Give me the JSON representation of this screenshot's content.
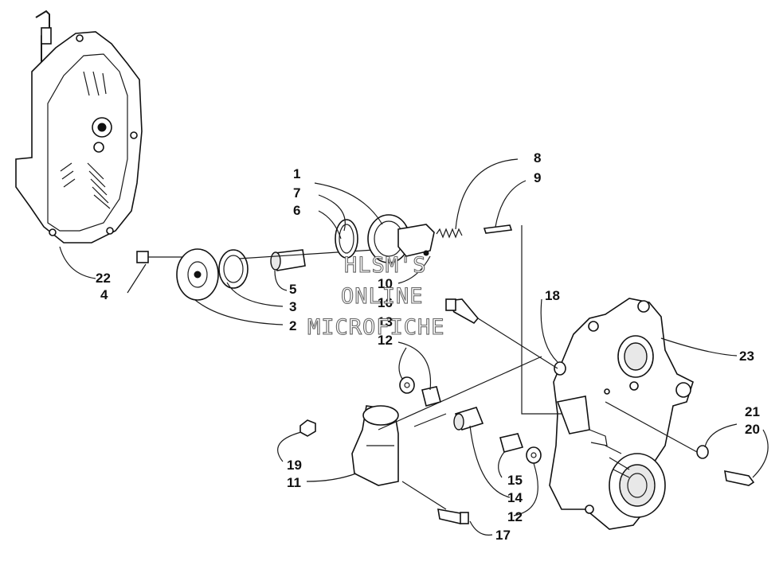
{
  "watermark": {
    "line1": "HLSM'S",
    "line2": "ONLINE",
    "line3": "MICROFICHE"
  },
  "callouts": [
    {
      "id": "c1",
      "text": "1"
    },
    {
      "id": "c7",
      "text": "7"
    },
    {
      "id": "c6",
      "text": "6"
    },
    {
      "id": "c8",
      "text": "8"
    },
    {
      "id": "c9",
      "text": "9"
    },
    {
      "id": "c22",
      "text": "22"
    },
    {
      "id": "c4",
      "text": "4"
    },
    {
      "id": "c5",
      "text": "5"
    },
    {
      "id": "c3",
      "text": "3"
    },
    {
      "id": "c2",
      "text": "2"
    },
    {
      "id": "c10",
      "text": "10"
    },
    {
      "id": "c16",
      "text": "16"
    },
    {
      "id": "c13",
      "text": "13"
    },
    {
      "id": "c12a",
      "text": "12"
    },
    {
      "id": "c18",
      "text": "18"
    },
    {
      "id": "c23",
      "text": "23"
    },
    {
      "id": "c21",
      "text": "21"
    },
    {
      "id": "c20",
      "text": "20"
    },
    {
      "id": "c19",
      "text": "19"
    },
    {
      "id": "c11",
      "text": "11"
    },
    {
      "id": "c15",
      "text": "15"
    },
    {
      "id": "c14",
      "text": "14"
    },
    {
      "id": "c12b",
      "text": "12"
    },
    {
      "id": "c17",
      "text": "17"
    }
  ]
}
